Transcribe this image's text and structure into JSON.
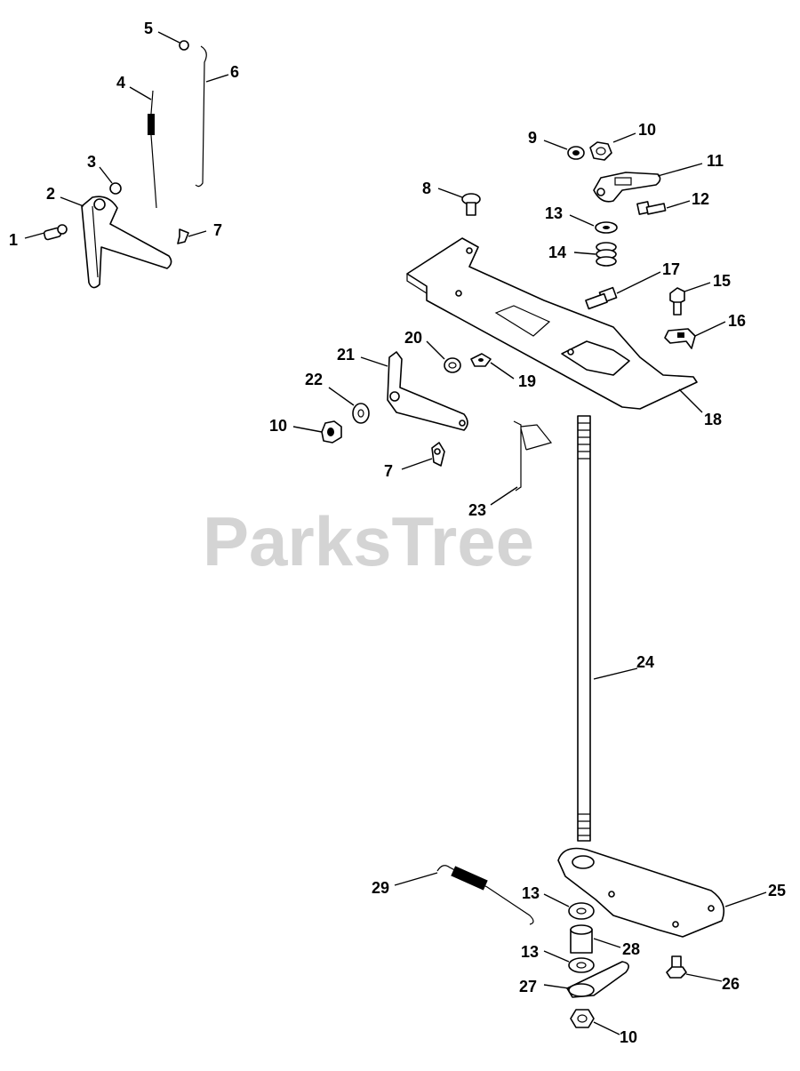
{
  "watermark": {
    "text": "ParksTree",
    "trademark": "™"
  },
  "callouts": [
    {
      "id": "c1",
      "label": "1"
    },
    {
      "id": "c2",
      "label": "2"
    },
    {
      "id": "c3",
      "label": "3"
    },
    {
      "id": "c4",
      "label": "4"
    },
    {
      "id": "c5",
      "label": "5"
    },
    {
      "id": "c6",
      "label": "6"
    },
    {
      "id": "c7a",
      "label": "7"
    },
    {
      "id": "c8",
      "label": "8"
    },
    {
      "id": "c9",
      "label": "9"
    },
    {
      "id": "c10a",
      "label": "10"
    },
    {
      "id": "c11",
      "label": "11"
    },
    {
      "id": "c12",
      "label": "12"
    },
    {
      "id": "c13a",
      "label": "13"
    },
    {
      "id": "c14",
      "label": "14"
    },
    {
      "id": "c15",
      "label": "15"
    },
    {
      "id": "c16",
      "label": "16"
    },
    {
      "id": "c17",
      "label": "17"
    },
    {
      "id": "c18",
      "label": "18"
    },
    {
      "id": "c19",
      "label": "19"
    },
    {
      "id": "c20",
      "label": "20"
    },
    {
      "id": "c21",
      "label": "21"
    },
    {
      "id": "c22",
      "label": "22"
    },
    {
      "id": "c10b",
      "label": "10"
    },
    {
      "id": "c7b",
      "label": "7"
    },
    {
      "id": "c23",
      "label": "23"
    },
    {
      "id": "c24",
      "label": "24"
    },
    {
      "id": "c29",
      "label": "29"
    },
    {
      "id": "c13b",
      "label": "13"
    },
    {
      "id": "c25",
      "label": "25"
    },
    {
      "id": "c28",
      "label": "28"
    },
    {
      "id": "c13c",
      "label": "13"
    },
    {
      "id": "c26",
      "label": "26"
    },
    {
      "id": "c27",
      "label": "27"
    },
    {
      "id": "c10c",
      "label": "10"
    }
  ]
}
